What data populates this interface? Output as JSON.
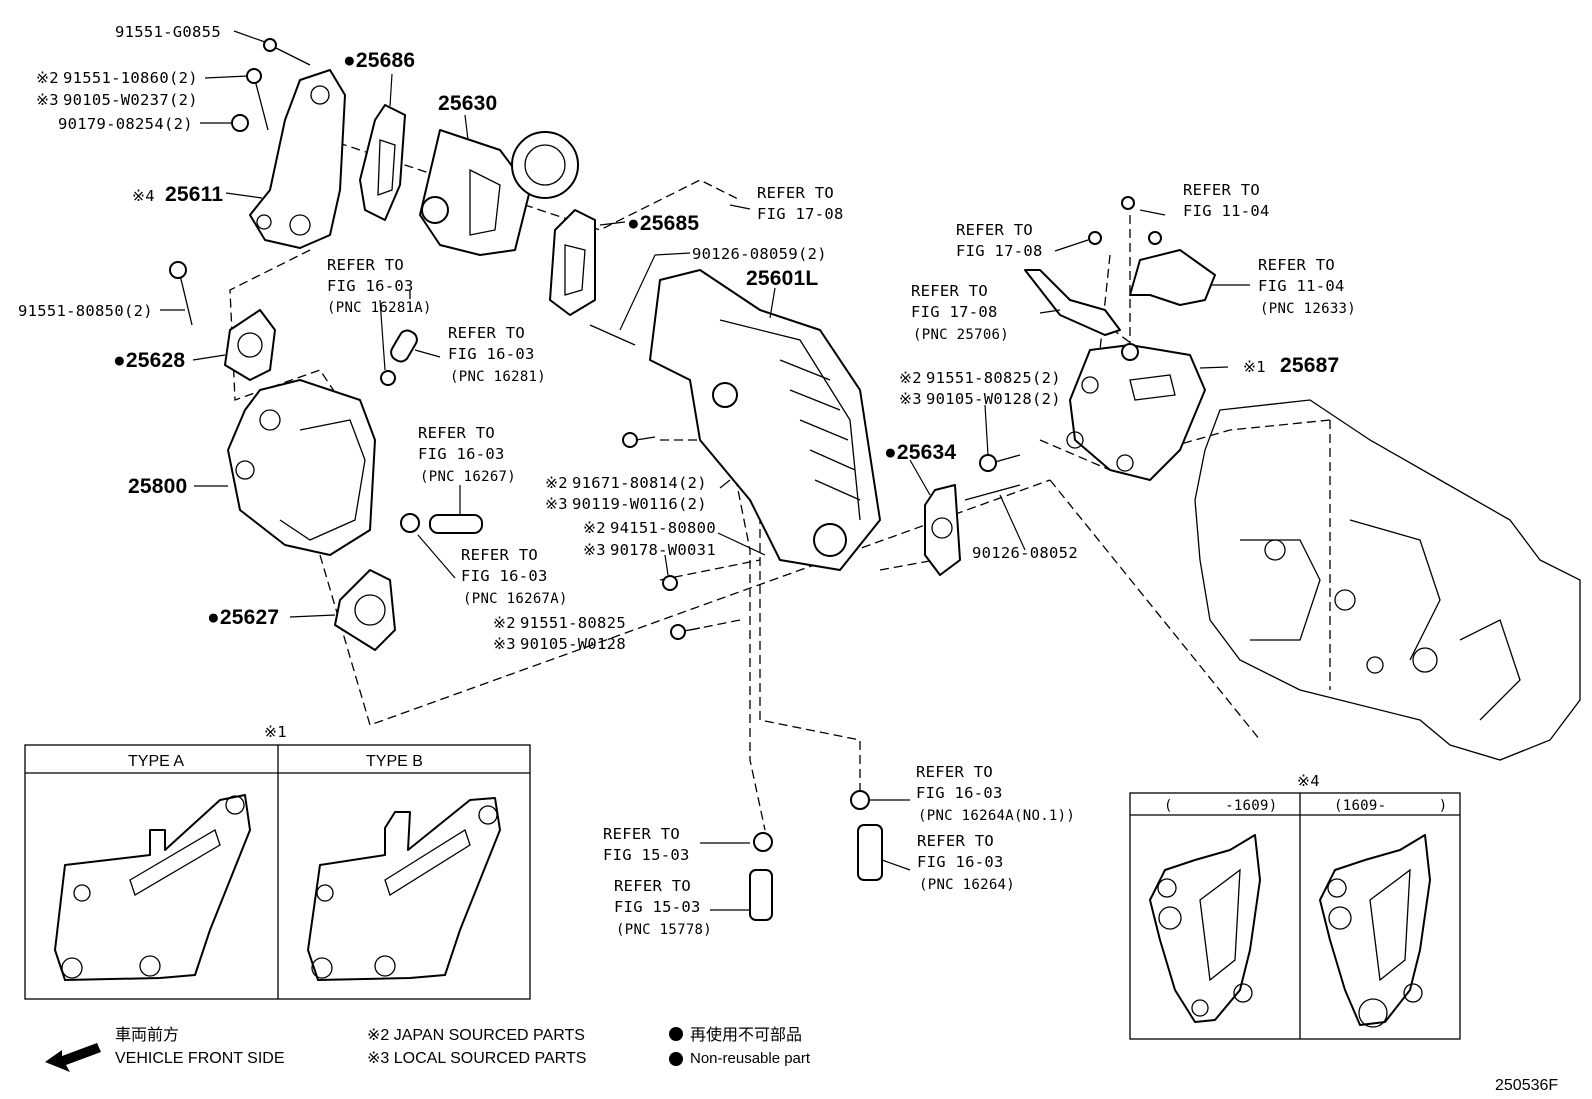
{
  "labels": {
    "g0855": "91551-G0855",
    "n10860": "91551-10860(2)",
    "n0237": "90105-W0237(2)",
    "n08254": "90179-08254(2)",
    "p25611": "25611",
    "p25686": "●25686",
    "p25630": "25630",
    "p25685": "●25685",
    "ref1708_top": [
      "REFER TO",
      "FIG 17-08"
    ],
    "n08059": "90126-08059(2)",
    "p25601L": "25601L",
    "n80850": "91551-80850(2)",
    "p25628": "●25628",
    "ref1603_a": [
      "REFER TO",
      "FIG 16-03",
      "(PNC 16281A)"
    ],
    "ref1603_b": [
      "REFER TO",
      "FIG 16-03",
      "(PNC 16281)"
    ],
    "ref1603_c": [
      "REFER TO",
      "FIG 16-03",
      "(PNC 16267)"
    ],
    "ref1603_d": [
      "REFER TO",
      "FIG 16-03",
      "(PNC 16267A)"
    ],
    "p25800": "25800",
    "p25627": "●25627",
    "n80814": "91671-80814(2)",
    "n0116": "90119-W0116(2)",
    "n80800": "94151-80800",
    "n0031": "90178-W0031",
    "n80825": "91551-80825",
    "n0128": "90105-W0128",
    "ref1104_top": [
      "REFER TO",
      "FIG 11-04"
    ],
    "ref1708_mid": [
      "REFER TO",
      "FIG 17-08"
    ],
    "ref1104_mid": [
      "REFER TO",
      "FIG 11-04",
      "(PNC 12633)"
    ],
    "ref1708_low": [
      "REFER TO",
      "FIG 17-08",
      "(PNC 25706)"
    ],
    "p25687": "25687",
    "n80825_2": "91551-80825(2)",
    "n0128_2": "90105-W0128(2)",
    "p25634": "●25634",
    "n08052": "90126-08052",
    "ref1603_e": [
      "REFER TO",
      "FIG 16-03",
      "(PNC 16264A(NO.1))"
    ],
    "ref1603_f": [
      "REFER TO",
      "FIG 16-03",
      "(PNC 16264)"
    ],
    "ref1503_a": [
      "REFER TO",
      "FIG 15-03"
    ],
    "ref1503_b": [
      "REFER TO",
      "FIG 15-03",
      "(PNC 15778)"
    ],
    "mark1": "※1",
    "mark2": "※2",
    "mark3": "※3",
    "mark4": "※4"
  },
  "inset1": {
    "title": "※1",
    "type_a": "TYPE A",
    "type_b": "TYPE B"
  },
  "inset4": {
    "title": "※4",
    "col_a": "(      -1609)",
    "col_b": "(1609-      )"
  },
  "legend": {
    "front_jp": "車両前方",
    "front_en": "VEHICLE FRONT SIDE",
    "japan": "※2 JAPAN SOURCED PARTS",
    "local": "※3 LOCAL SOURCED PARTS",
    "nonreuse_jp": "再使用不可部品",
    "nonreuse_en": "Non-reusable part"
  },
  "figure_id": "250536F"
}
